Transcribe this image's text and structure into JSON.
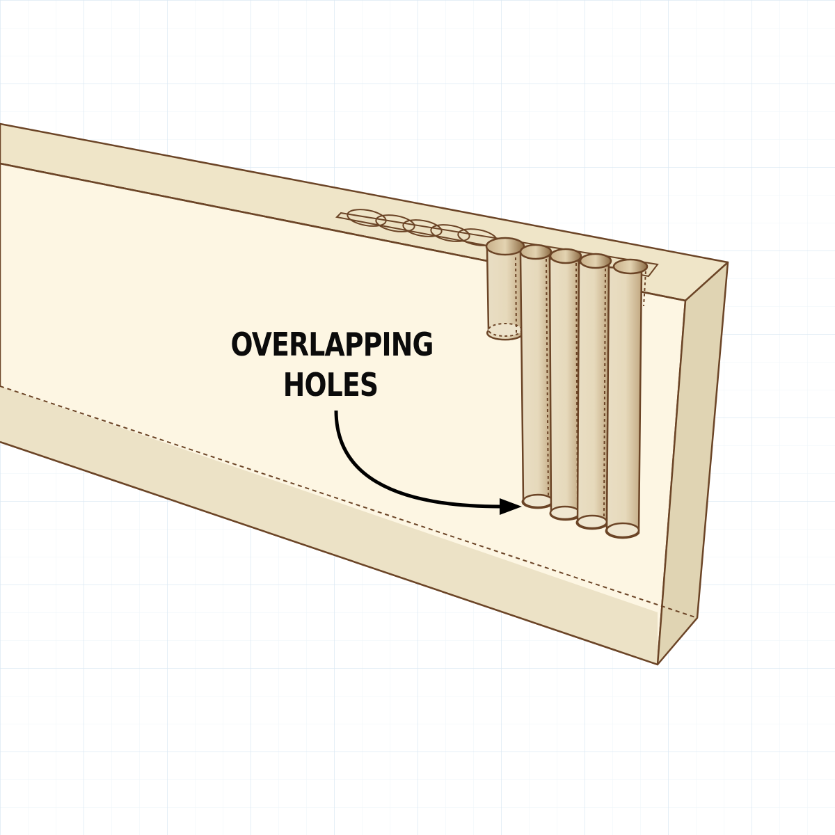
{
  "figure": {
    "subject": "wooden board with mortise formed by drilled overlapping holes",
    "callout": {
      "lines": [
        "OVERLAPPING",
        "HOLES"
      ],
      "arrow_target": "bottoms of drilled holes"
    },
    "hole_count_outlined_on_top": 10,
    "holes_drilled_shown": 5
  },
  "colors": {
    "background": "#ffffff",
    "grid_minor": "#eef4f9",
    "grid_major": "#dbe8f3",
    "face_front": "#fdf6e3",
    "face_top": "#efe5c8",
    "face_bottom": "#ece2c6",
    "face_end": "#e0d4b3",
    "outline": "#6b4426",
    "hole_shade_dark": "#a8875c",
    "hole_shade_light": "#eadfc6",
    "text": "#0b0b0b",
    "arrow": "#000000"
  }
}
